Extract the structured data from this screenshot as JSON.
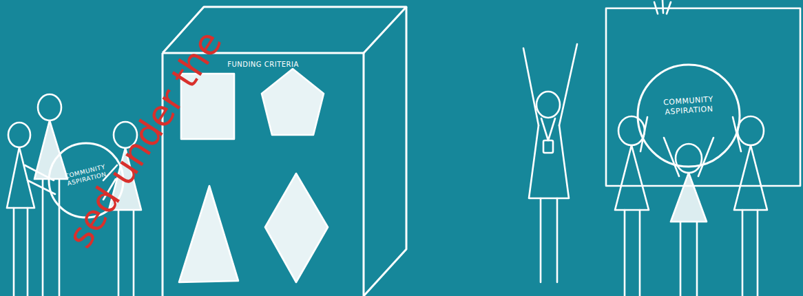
{
  "diagram": {
    "nodes": [
      {
        "text": [
          "COMMUNITY ASPIRATION"
        ]
      },
      {
        "text": [
          "FUNDING CRITERIA"
        ]
      },
      {
        "text": [
          "COMMUNITY ASPIRATION"
        ]
      }
    ],
    "labels": [
      "sed under the"
    ]
  }
}
